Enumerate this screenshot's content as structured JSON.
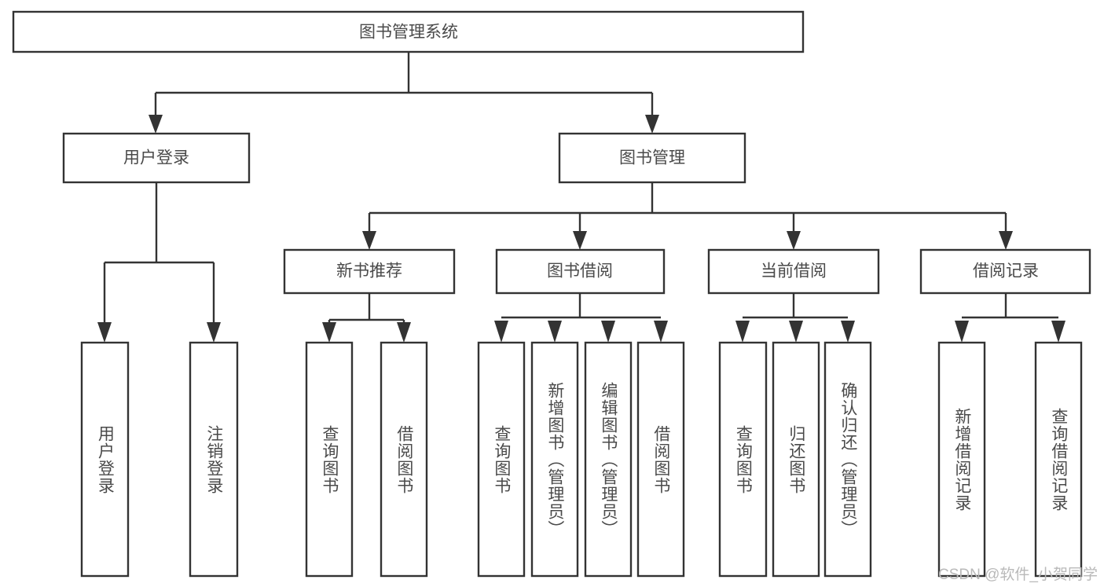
{
  "diagram": {
    "type": "tree-hierarchy",
    "title": "图书管理系统",
    "orientation": "top-down",
    "levels": 4,
    "root": {
      "id": "root",
      "label": "图书管理系统"
    },
    "level2": [
      {
        "id": "user-login",
        "label": "用户登录"
      },
      {
        "id": "book-manage",
        "label": "图书管理"
      }
    ],
    "level3": [
      {
        "id": "new-book-rec",
        "label": "新书推荐",
        "parent": "book-manage"
      },
      {
        "id": "book-borrow",
        "label": "图书借阅",
        "parent": "book-manage"
      },
      {
        "id": "current-borrow",
        "label": "当前借阅",
        "parent": "book-manage"
      },
      {
        "id": "borrow-record",
        "label": "借阅记录",
        "parent": "book-manage"
      }
    ],
    "leaves": [
      {
        "id": "leaf-user-login",
        "label": "用户登录",
        "parent": "user-login"
      },
      {
        "id": "leaf-logout",
        "label": "注销登录",
        "parent": "user-login"
      },
      {
        "id": "leaf-query-book-1",
        "label": "查询图书",
        "parent": "new-book-rec"
      },
      {
        "id": "leaf-borrow-book-1",
        "label": "借阅图书",
        "parent": "new-book-rec"
      },
      {
        "id": "leaf-query-book-2",
        "label": "查询图书",
        "parent": "book-borrow"
      },
      {
        "id": "leaf-add-book",
        "label": "新增图书（管理员）",
        "parent": "book-borrow"
      },
      {
        "id": "leaf-edit-book",
        "label": "编辑图书（管理员）",
        "parent": "book-borrow"
      },
      {
        "id": "leaf-borrow-book-2",
        "label": "借阅图书",
        "parent": "book-borrow"
      },
      {
        "id": "leaf-query-book-3",
        "label": "查询图书",
        "parent": "current-borrow"
      },
      {
        "id": "leaf-return-book",
        "label": "归还图书",
        "parent": "current-borrow"
      },
      {
        "id": "leaf-confirm-return",
        "label": "确认归还（管理员）",
        "parent": "current-borrow"
      },
      {
        "id": "leaf-add-record",
        "label": "新增借阅记录",
        "parent": "borrow-record"
      },
      {
        "id": "leaf-query-record",
        "label": "查询借阅记录",
        "parent": "borrow-record"
      }
    ],
    "colors": {
      "stroke": "#333333",
      "fill": "#ffffff",
      "text": "#4a4a4a",
      "background": "#ffffff",
      "watermark": "#b9b9b9"
    }
  },
  "watermark": {
    "text": "CSDN @软件_小贺同学"
  }
}
